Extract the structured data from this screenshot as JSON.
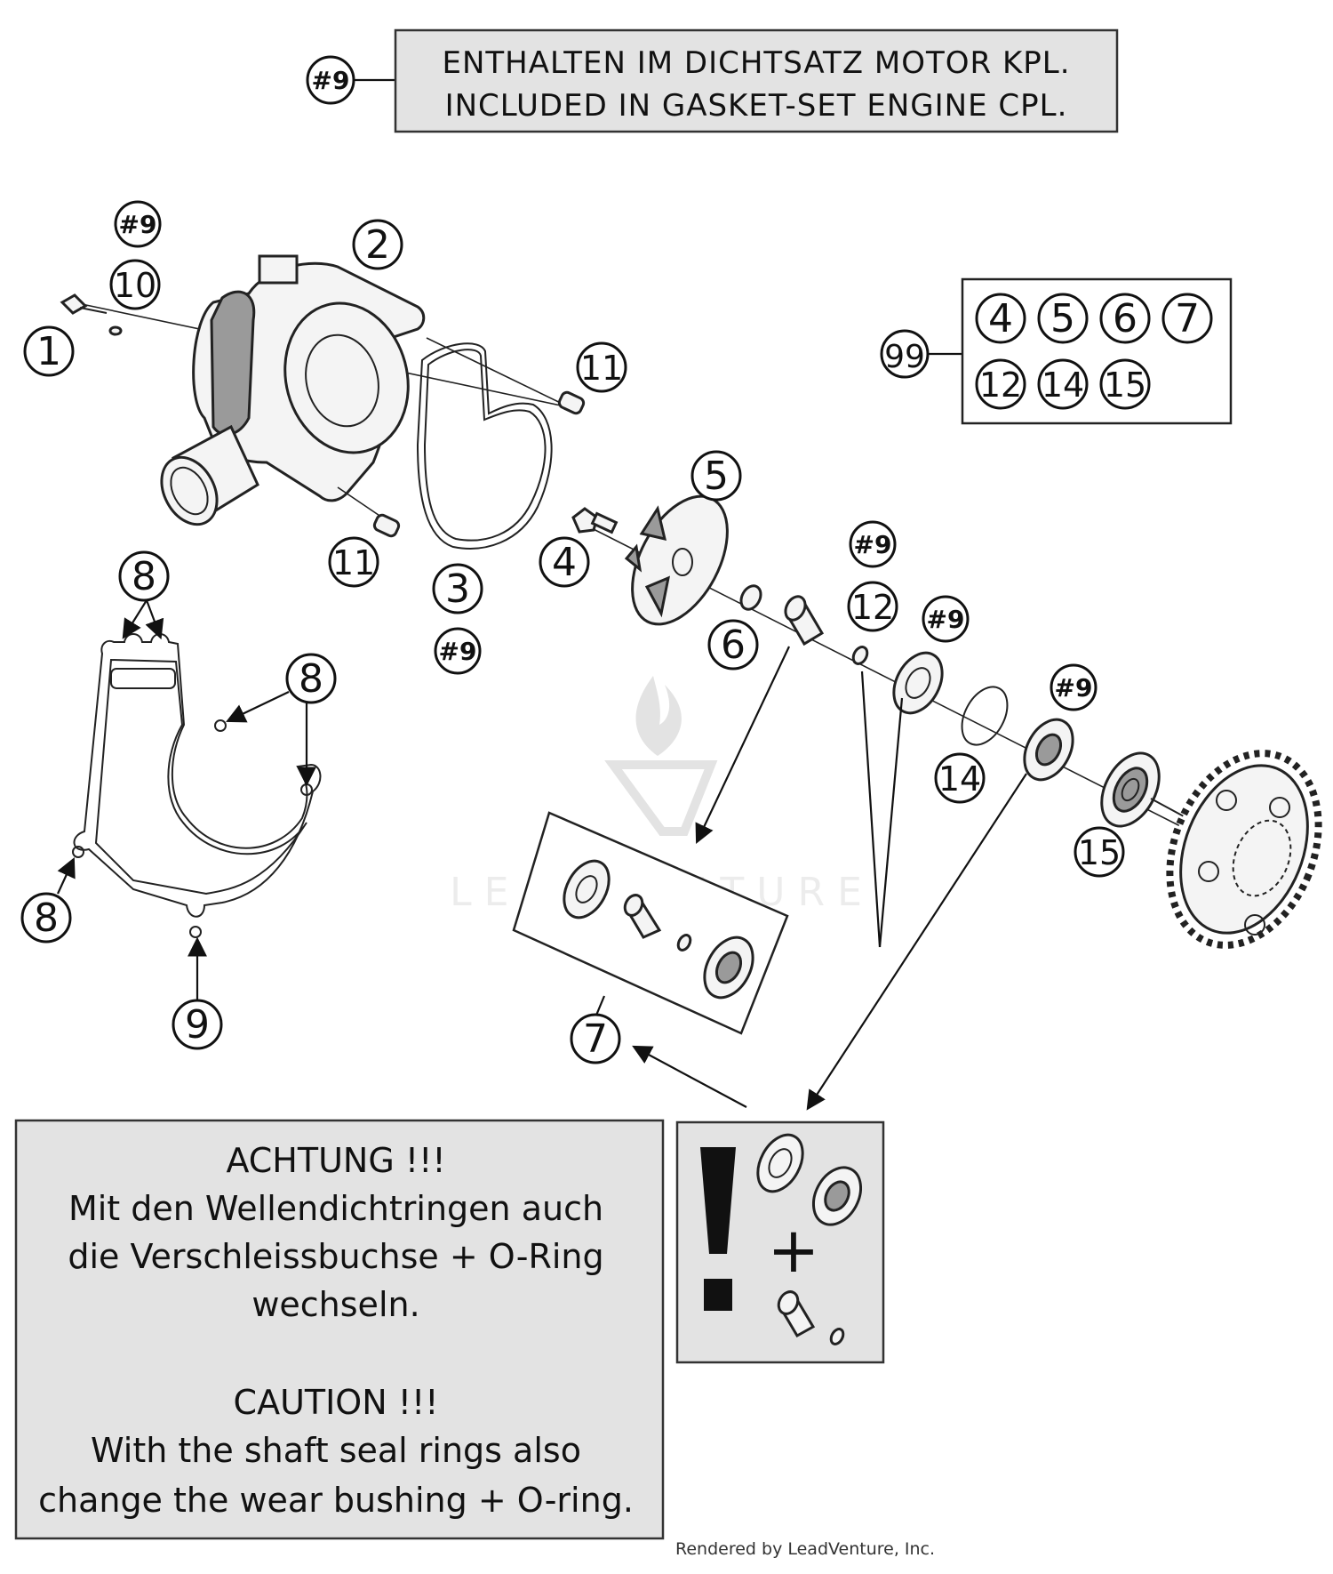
{
  "header_note": {
    "ref": "#9",
    "line1": "ENTHALTEN IM DICHTSATZ MOTOR KPL.",
    "line2": "INCLUDED IN GASKET-SET ENGINE CPL."
  },
  "kit_box": {
    "ref": "99",
    "items_row1": [
      "4",
      "5",
      "6",
      "7"
    ],
    "items_row2": [
      "12",
      "14",
      "15"
    ]
  },
  "callouts": {
    "c1": "1",
    "c2": "2",
    "c3": "3",
    "c4": "4",
    "c5": "5",
    "c6": "6",
    "c7": "7",
    "c8a": "8",
    "c8b": "8",
    "c8c": "8",
    "c9": "9",
    "c10": "10",
    "c11a": "11",
    "c11b": "11",
    "c12": "12",
    "c14": "14",
    "c15": "15",
    "h9a": "#9",
    "h9b": "#9",
    "h9c": "#9",
    "h9d": "#9",
    "h9e": "#9"
  },
  "caution_box": {
    "de_title": "ACHTUNG !!!",
    "de_line1": "Mit den Wellendichtringen auch",
    "de_line2": "die Verschleissbuchse + O-Ring",
    "de_line3": "wechseln.",
    "en_title": "CAUTION !!!",
    "en_line1": "With the shaft seal rings also",
    "en_line2": "change the wear bushing + O-ring."
  },
  "warning_box": {
    "symbol": "!",
    "plus": "+"
  },
  "watermark": "LEADVENTURE",
  "credit": "Rendered by LeadVenture, Inc.",
  "colors": {
    "box_fill": "#e3e3e3",
    "line": "#111111",
    "background": "#ffffff"
  }
}
